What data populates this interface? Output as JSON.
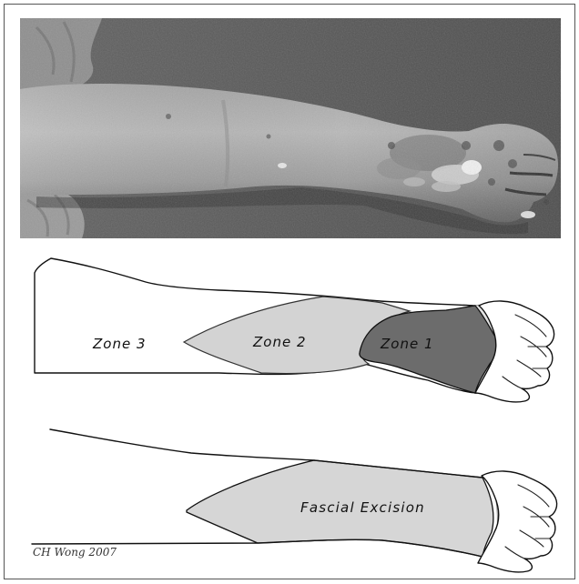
{
  "zones_diagram": {
    "labels": {
      "zone_3": "Zone 3",
      "zone_2": "Zone 2",
      "zone_1": "Zone 1"
    },
    "colors": {
      "zone_3": "#c8c8c8",
      "zone_2": "#d3d3d3",
      "zone_1": "#6c6c6c",
      "wrist_strip": "#e2e2e2",
      "hand": "#ffffff"
    }
  },
  "excision_diagram": {
    "label": "Fascial Excision",
    "color": "#d6d6d6"
  },
  "signature": "CH Wong 2007"
}
